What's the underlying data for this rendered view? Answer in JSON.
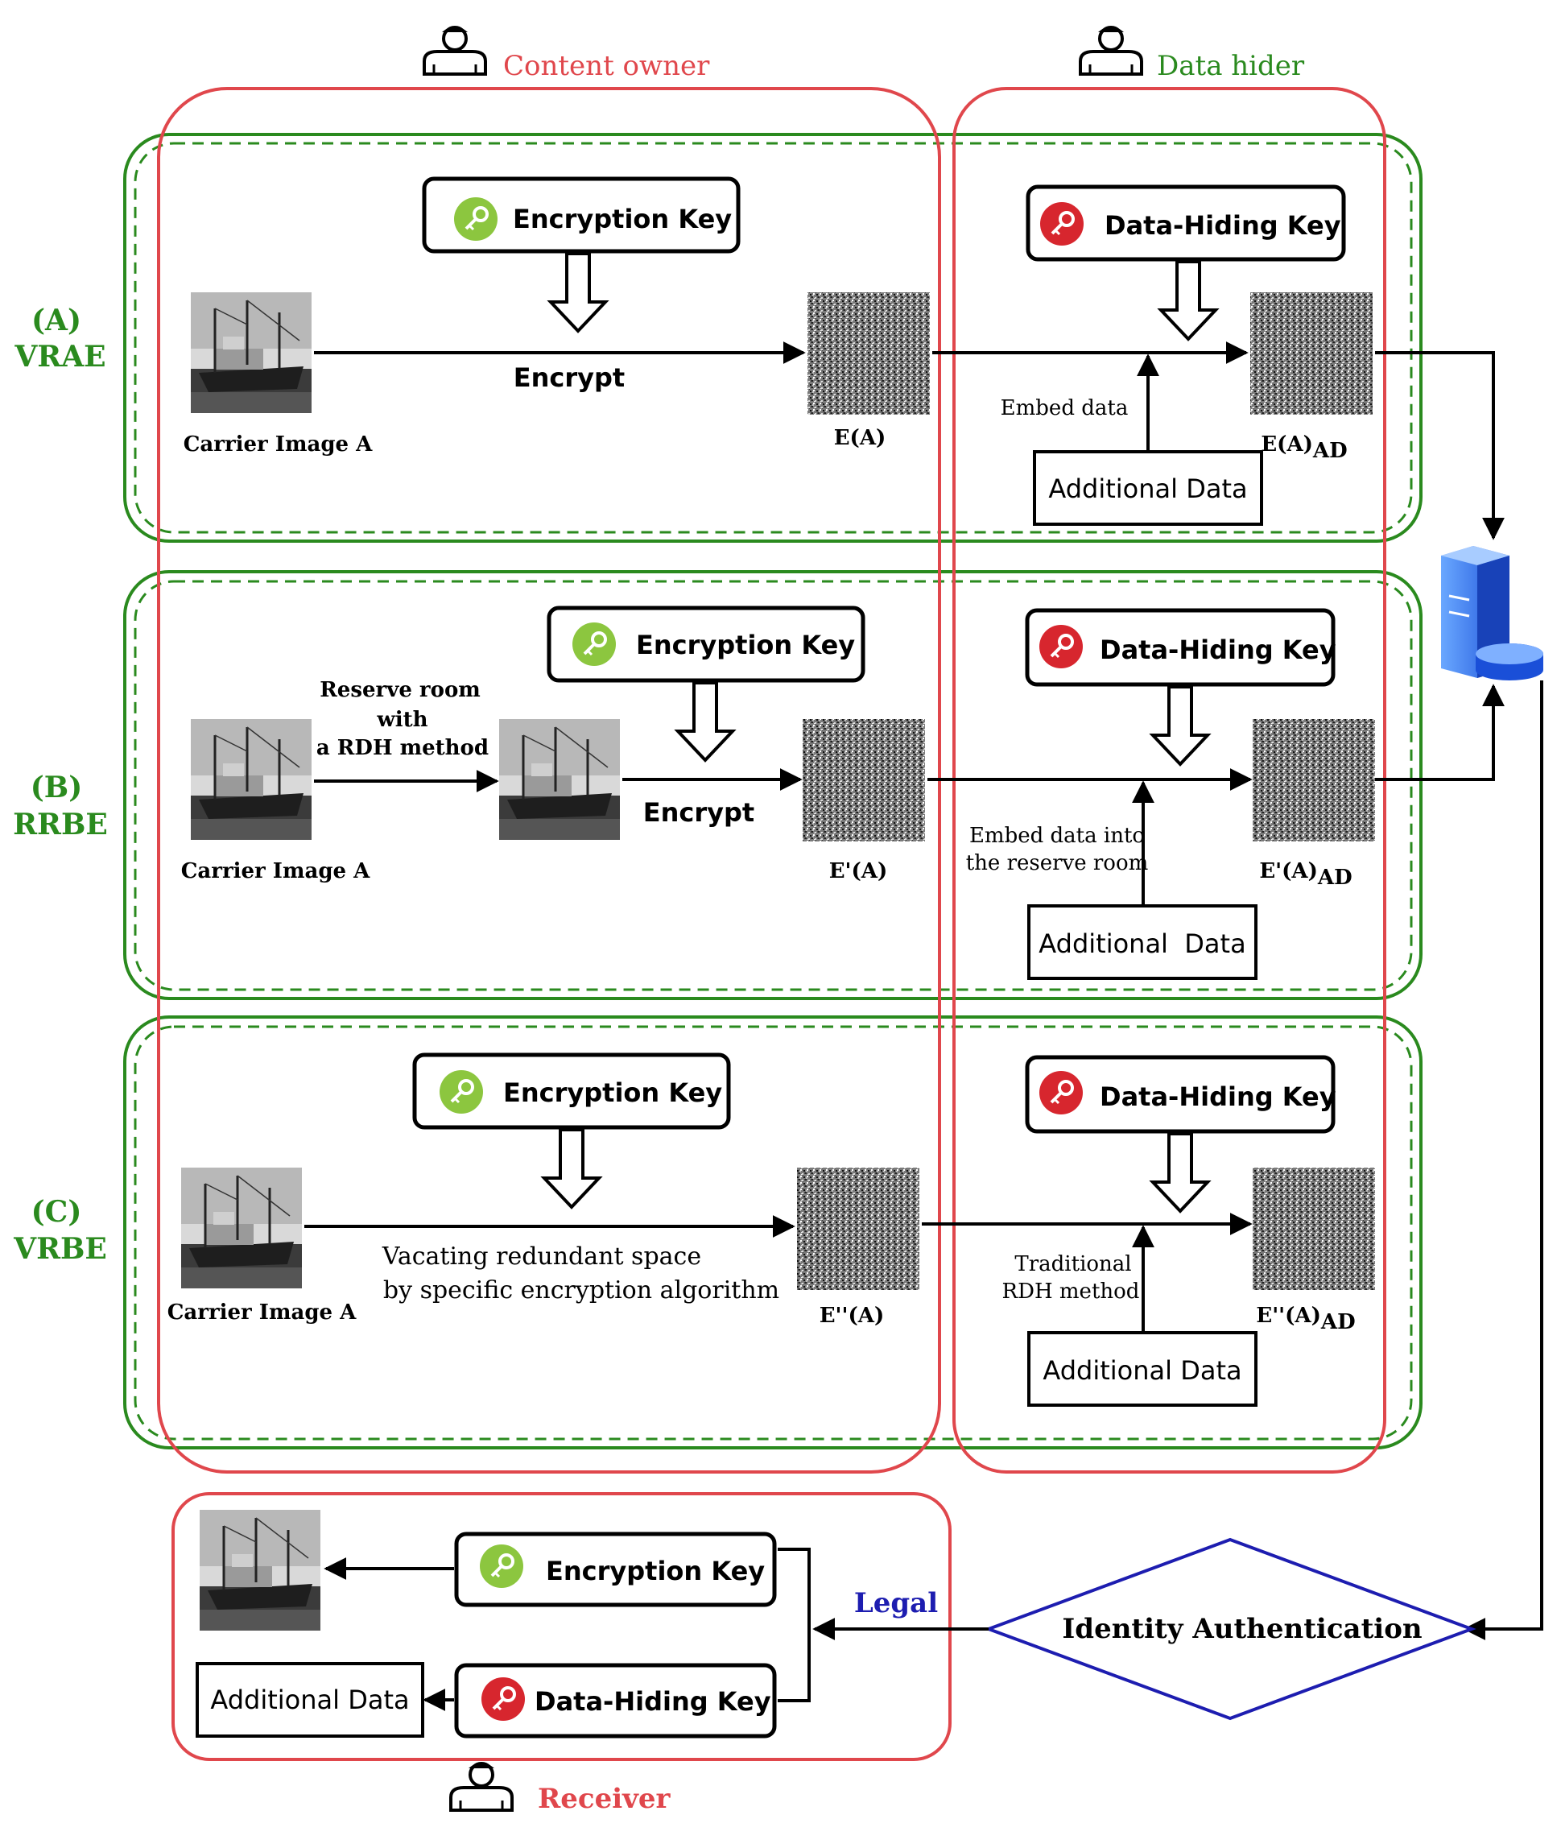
{
  "colors": {
    "red": "#e0474c",
    "green": "#2a8a1e",
    "blue": "#1d1db0",
    "green_key": "#8cc63f",
    "red_key": "#d7262e"
  },
  "roles": {
    "content_owner": "Content owner",
    "data_hider": "Data hider",
    "receiver": "Receiver"
  },
  "sections": {
    "a": {
      "letter": "(A)",
      "name": "VRAE"
    },
    "b": {
      "letter": "(B)",
      "name": "RRBE"
    },
    "c": {
      "letter": "(C)",
      "name": "VRBE"
    }
  },
  "labels": {
    "encryption_key": "Encryption Key",
    "data_hiding_key": "Data-Hiding Key",
    "additional_data": "Additional Data",
    "additional_data_spaced": "Additional  Data",
    "encrypt": "Encrypt",
    "carrier_image": "Carrier Image  A",
    "embed_data": "Embed data",
    "embed_into_1": "Embed data into",
    "embed_into_2": "the reserve room",
    "reserve_1": "Reserve room",
    "reserve_2": "with",
    "reserve_3": "a RDH method",
    "vacate_1": "Vacating redundant space",
    "vacate_2": "by specific encryption algorithm",
    "trad_1": "Traditional",
    "trad_2": "RDH method",
    "ea": "E(A)",
    "ea_ad": "E(A)",
    "epa": "E'(A)",
    "epa_ad": "E'(A)",
    "eppa": "E''(A)",
    "eppa_ad": "E''(A)",
    "ad_sub": "AD",
    "legal": "Legal",
    "identity": "Identity Authentication"
  }
}
